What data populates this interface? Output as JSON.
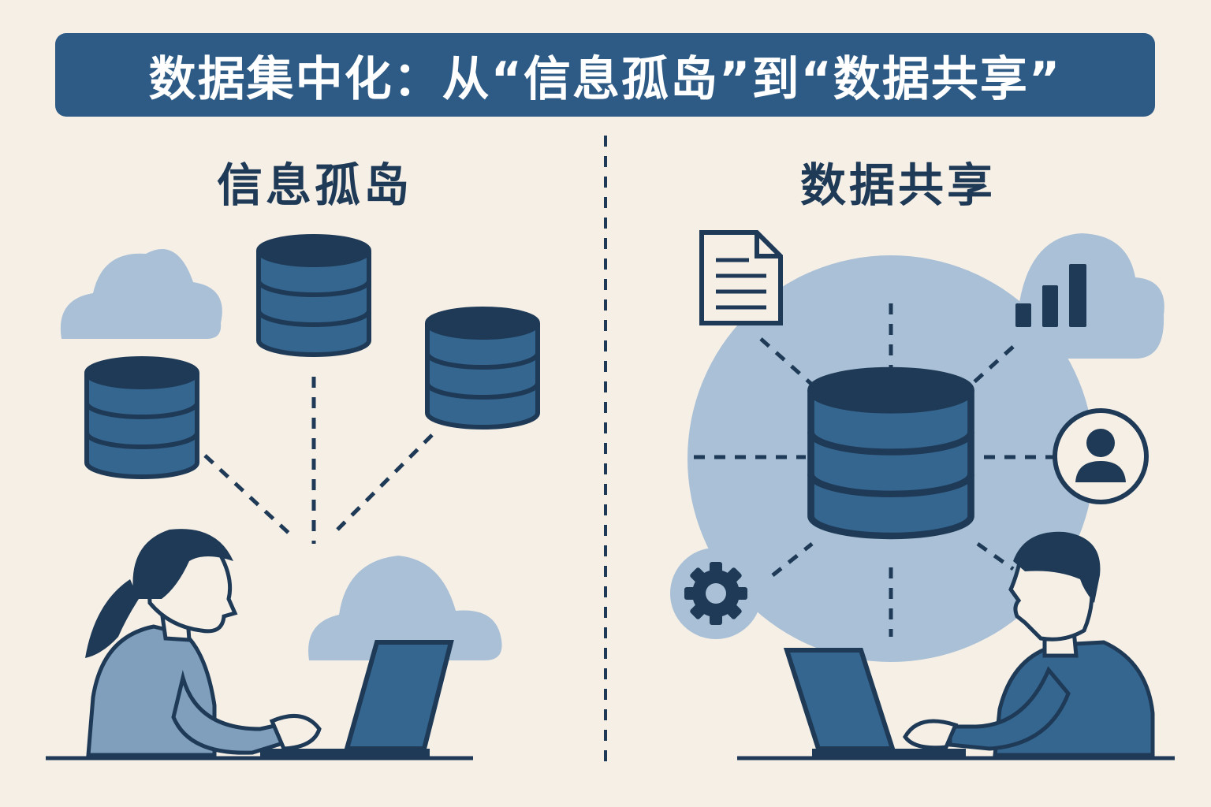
{
  "header": {
    "title": "数据集中化：从“信息孤岛”到“数据共享”"
  },
  "left_panel": {
    "title": "信息孤岛"
  },
  "right_panel": {
    "title": "数据共享"
  },
  "colors": {
    "dark": "#1e3a56",
    "mid": "#356690",
    "light": "#a9c0d6",
    "background": "#f6efe6",
    "title_bar": "#2d5b85"
  },
  "icons": [
    "cloud-icon",
    "database-icon",
    "document-icon",
    "bar-chart-icon",
    "user-icon",
    "gear-icon",
    "laptop-icon"
  ]
}
